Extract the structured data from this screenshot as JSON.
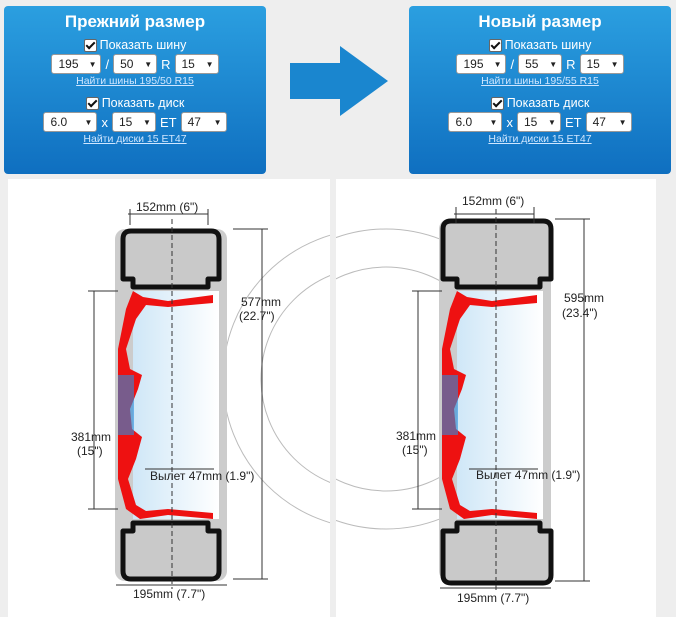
{
  "old": {
    "title": "Прежний размер",
    "show_tire_label": "Показать шину",
    "tire": {
      "width": "195",
      "sep": "/",
      "profile": "50",
      "r_label": "R",
      "rim": "15"
    },
    "find_tire_link": "Найти шины 195/50 R15",
    "show_disk_label": "Показать диск",
    "disk": {
      "width": "6.0",
      "x_label": "x",
      "diameter": "15",
      "et_label": "ET",
      "et": "47"
    },
    "find_disk_link": "Найти диски 15 ET47",
    "dims": {
      "rim_width": "152mm (6\")",
      "outer_mm": "577mm",
      "outer_in": "(22.7\")",
      "rim_mm": "381mm",
      "rim_in": "(15\")",
      "offset": "Вылет 47mm (1.9\")",
      "tire_width": "195mm (7.7\")"
    }
  },
  "new": {
    "title": "Новый размер",
    "show_tire_label": "Показать шину",
    "tire": {
      "width": "195",
      "sep": "/",
      "profile": "55",
      "r_label": "R",
      "rim": "15"
    },
    "find_tire_link": "Найти шины 195/55 R15",
    "show_disk_label": "Показать диск",
    "disk": {
      "width": "6.0",
      "x_label": "x",
      "diameter": "15",
      "et_label": "ET",
      "et": "47"
    },
    "find_disk_link": "Найти диски 15 ET47",
    "dims": {
      "rim_width": "152mm (6\")",
      "outer_mm": "595mm",
      "outer_in": "(23.4\")",
      "rim_mm": "381mm",
      "rim_in": "(15\")",
      "offset": "Вылет 47mm (1.9\")",
      "tire_width": "195mm (7.7\")"
    }
  },
  "colors": {
    "panel_top": "#2b9fe0",
    "panel_bottom": "#0f6fc0",
    "arrow": "#1a86cf",
    "disk_red": "#ee1111"
  },
  "icons": {
    "arrow": "arrow-right-icon",
    "checkbox": "checkbox-checked-icon"
  }
}
